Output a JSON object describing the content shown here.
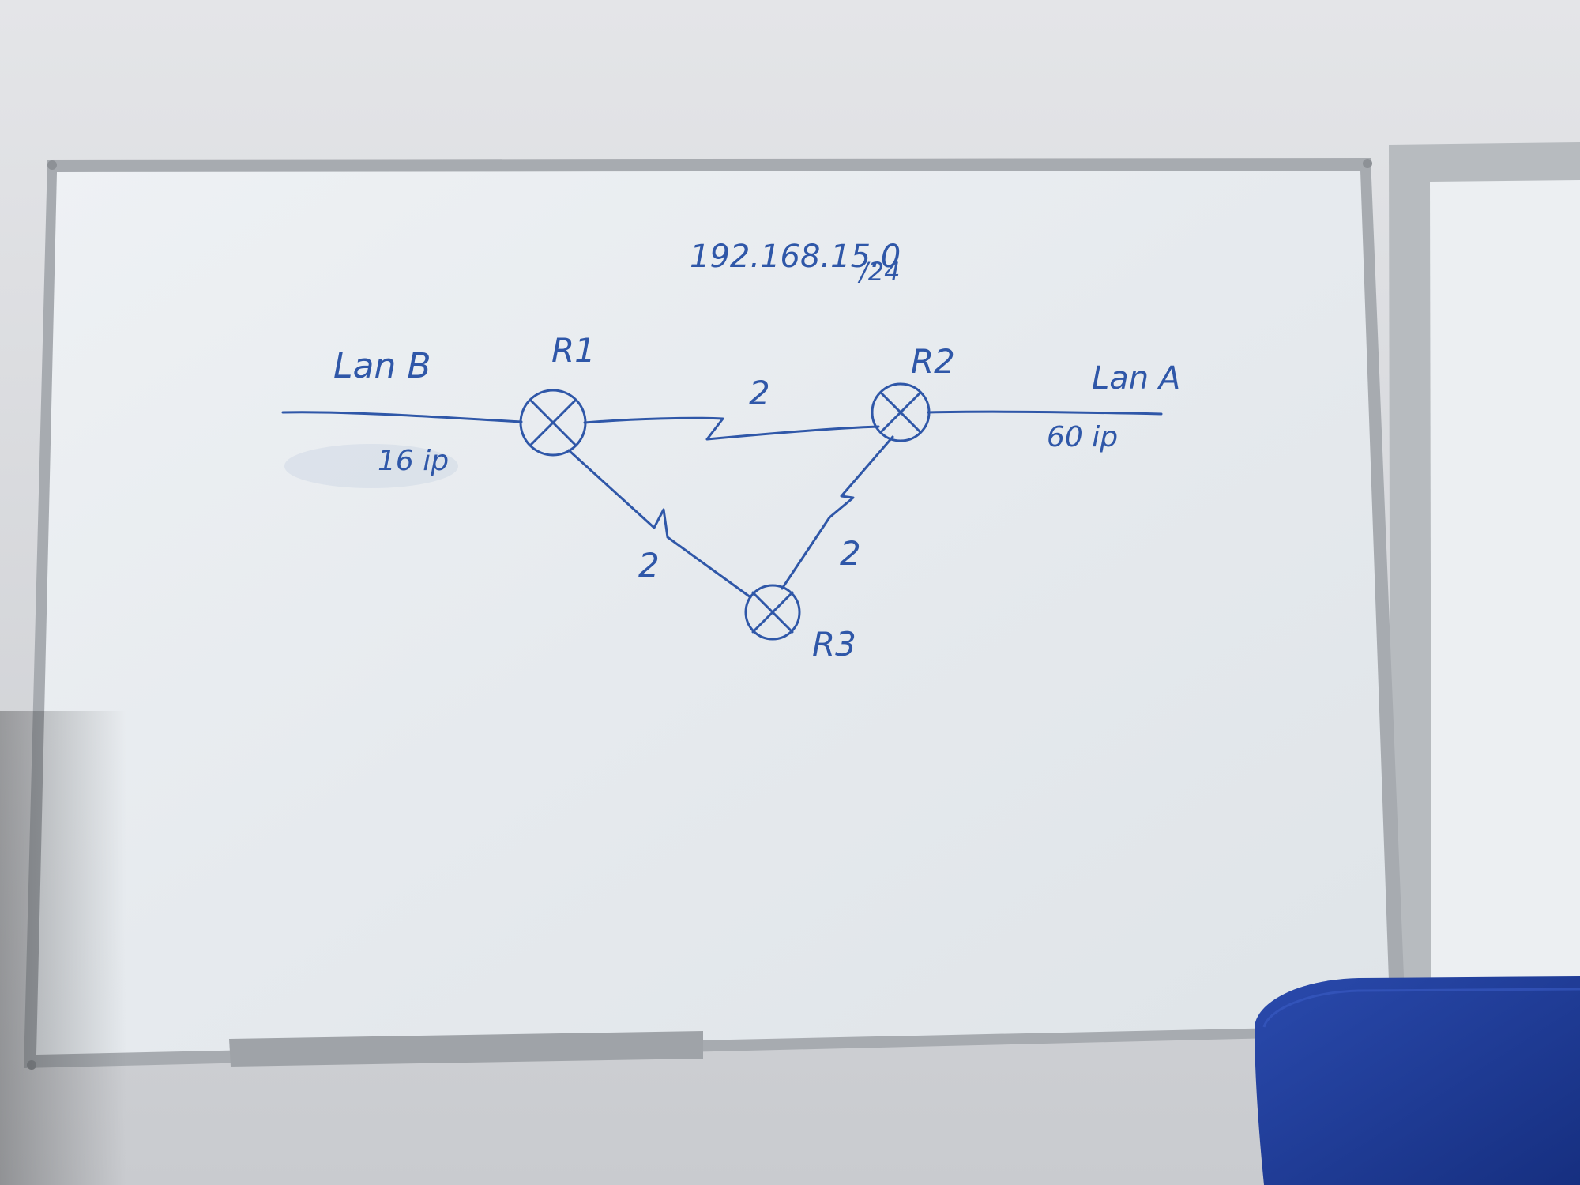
{
  "whiteboard": {
    "network_address": "192.168.15.0",
    "prefix": "/24",
    "routers": [
      {
        "label": "R1"
      },
      {
        "label": "R2"
      },
      {
        "label": "R3"
      }
    ],
    "lans": [
      {
        "name": "Lan B",
        "hosts": "16 ip"
      },
      {
        "name": "Lan A",
        "hosts": "60 ip"
      }
    ],
    "link_costs": {
      "r1_r2": "2",
      "r1_r3": "2",
      "r2_r3": "2"
    }
  },
  "colors": {
    "marker": "#2f57a8",
    "board": "#e9edf1",
    "frame": "#a9adb2",
    "chair": "#1f3d9b"
  }
}
